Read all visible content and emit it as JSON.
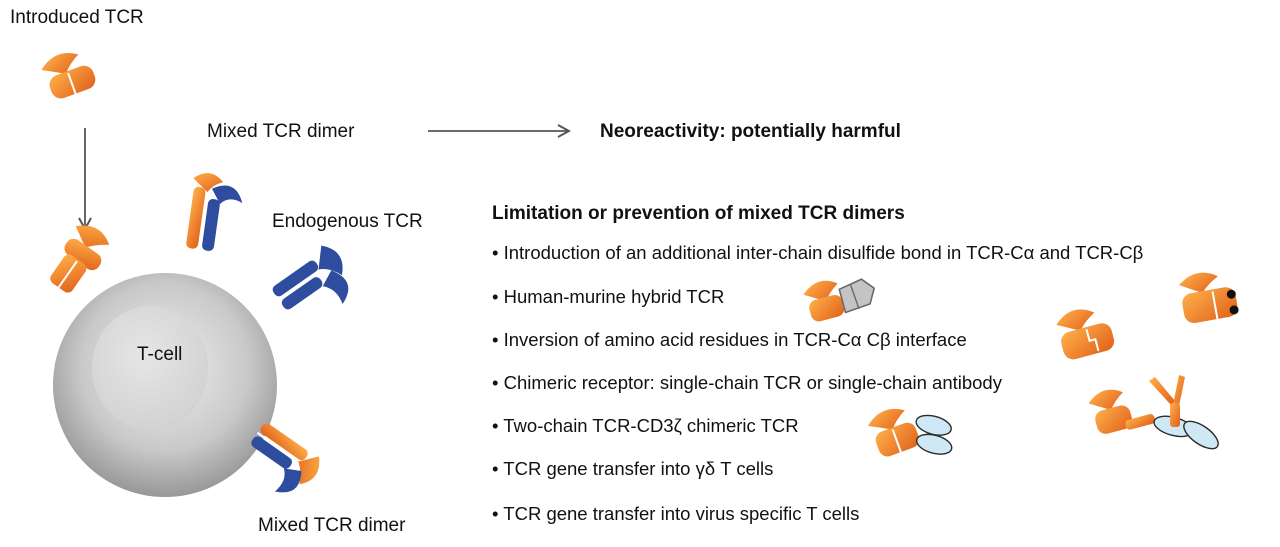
{
  "labels": {
    "introduced_tcr": "Introduced TCR",
    "mixed_tcr_dimer_top": "Mixed TCR dimer",
    "neoreactivity": "Neoreactivity: potentially harmful",
    "endogenous_tcr": "Endogenous TCR",
    "t_cell": "T-cell",
    "mixed_tcr_dimer_bottom": "Mixed TCR dimer"
  },
  "limitation": {
    "heading": "Limitation or prevention of mixed TCR dimers",
    "items": [
      "• Introduction of an additional inter-chain disulfide bond  in TCR-Cα  and TCR-Cβ",
      "• Human-murine hybrid TCR",
      "• Inversion of amino acid residues in TCR-Cα Cβ interface",
      "• Chimeric receptor: single-chain TCR  or  single-chain antibody",
      "• Two-chain TCR-CD3ζ chimeric TCR",
      "• TCR gene transfer into γδ T cells",
      "• TCR gene transfer into virus specific T cells"
    ]
  },
  "colors": {
    "introduced_tcr": "#f0821e",
    "endogenous_tcr": "#2e4d9e",
    "cell_body": "#c8c8c8",
    "cd3_zeta_domain": "#cfe8f5",
    "arrow": "#555555"
  }
}
